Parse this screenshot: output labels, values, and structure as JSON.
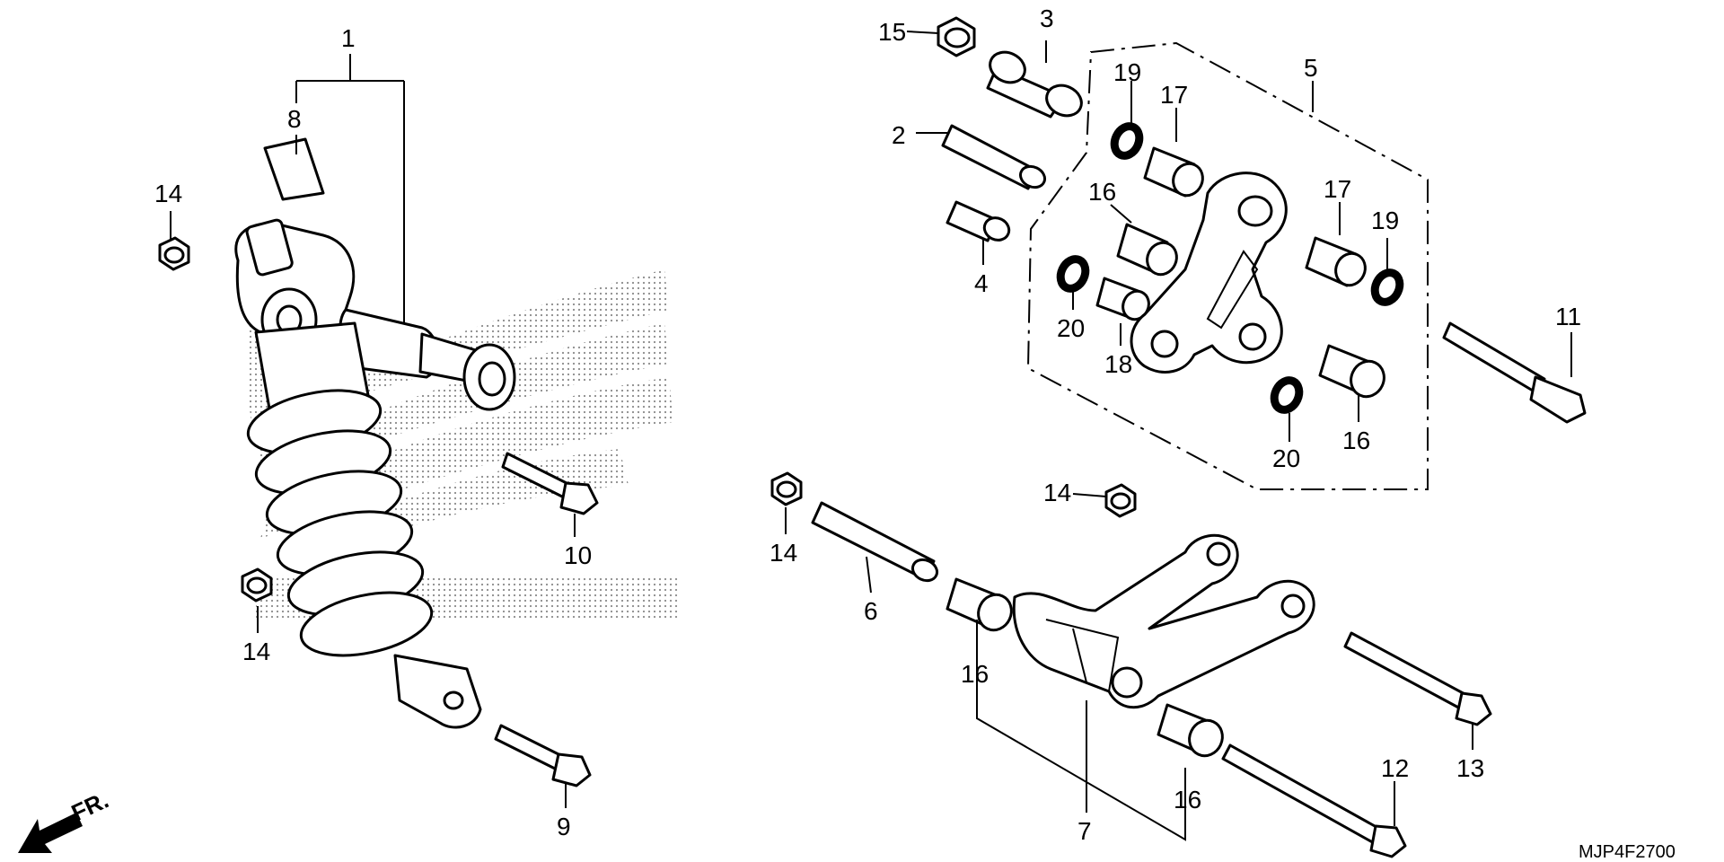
{
  "callouts": [
    "1",
    "2",
    "3",
    "4",
    "5",
    "6",
    "7",
    "8",
    "9",
    "10",
    "11",
    "12",
    "13",
    "14",
    "15",
    "16",
    "17",
    "18",
    "19",
    "20"
  ],
  "drawing_code": "MJP4F2700",
  "front_arrow_label": "FR.",
  "colors": {
    "line": "#000000",
    "background": "#ffffff",
    "watermark_dots": "#9a9a9a"
  }
}
